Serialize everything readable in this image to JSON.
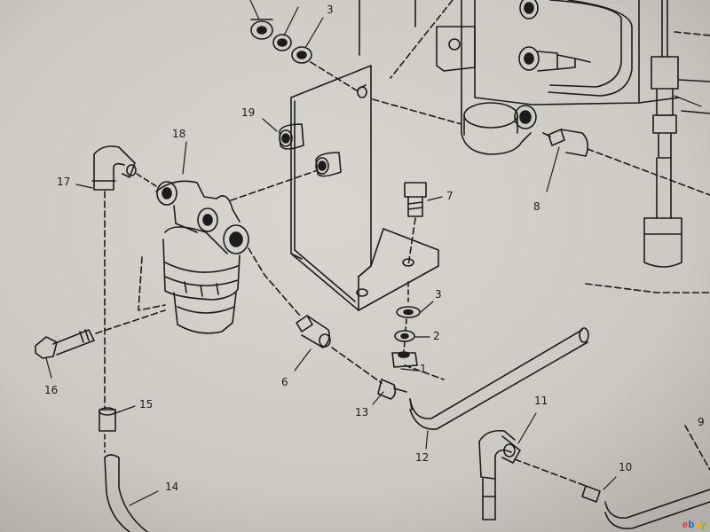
{
  "diagram": {
    "callouts": [
      {
        "id": "c1",
        "label": "1"
      },
      {
        "id": "c2",
        "label": "2"
      },
      {
        "id": "c3a",
        "label": "3"
      },
      {
        "id": "c3b",
        "label": "3"
      },
      {
        "id": "c6",
        "label": "6"
      },
      {
        "id": "c7",
        "label": "7"
      },
      {
        "id": "c8",
        "label": "8"
      },
      {
        "id": "c9",
        "label": "9"
      },
      {
        "id": "c10",
        "label": "10"
      },
      {
        "id": "c11",
        "label": "11"
      },
      {
        "id": "c12",
        "label": "12"
      },
      {
        "id": "c13",
        "label": "13"
      },
      {
        "id": "c14",
        "label": "14"
      },
      {
        "id": "c15",
        "label": "15"
      },
      {
        "id": "c16",
        "label": "16"
      },
      {
        "id": "c17",
        "label": "17"
      },
      {
        "id": "c18",
        "label": "18"
      },
      {
        "id": "c19",
        "label": "19"
      }
    ]
  },
  "watermark": {
    "letters": [
      "e",
      "b",
      "a",
      "y"
    ],
    "colors": [
      "#e53238",
      "#0064d2",
      "#f5af02",
      "#86b817"
    ]
  },
  "colors": {
    "paper": "#d3d0c9",
    "ink": "#1c1c1c",
    "shade": "#8d8a84"
  }
}
